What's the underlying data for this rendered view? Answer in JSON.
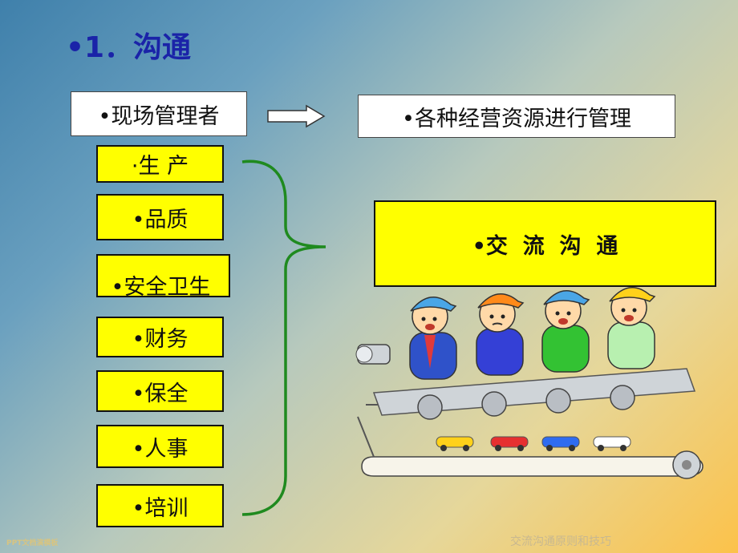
{
  "title": "•1．沟通",
  "manager_label": "•现场管理者",
  "resources_label": "•各种经营资源进行管理",
  "departments": [
    {
      "label": "·生 产"
    },
    {
      "label": "•品质"
    },
    {
      "label": "•安全卫生"
    },
    {
      "label": "•财务"
    },
    {
      "label": "•保全"
    },
    {
      "label": "•人事"
    },
    {
      "label": "•培训"
    }
  ],
  "communication_label": "•交  流  沟  通",
  "footer": {
    "left": "PPT文档演模板",
    "right": "交流沟通原则和技巧"
  },
  "colors": {
    "title": "#1a23a8",
    "box_yellow": "#ffff00",
    "brace_green": "#1f8a1f"
  },
  "illustration": {
    "caps": [
      "#4aa6e6",
      "#ff8a1a",
      "#4aa6e6",
      "#ffd11a"
    ],
    "shirts": [
      "#2f52c9",
      "#3440d6",
      "#33c233",
      "#b8f0b0"
    ],
    "cars": [
      "#ffd11a",
      "#e63030",
      "#2f6cf0",
      "#ffffff"
    ]
  }
}
